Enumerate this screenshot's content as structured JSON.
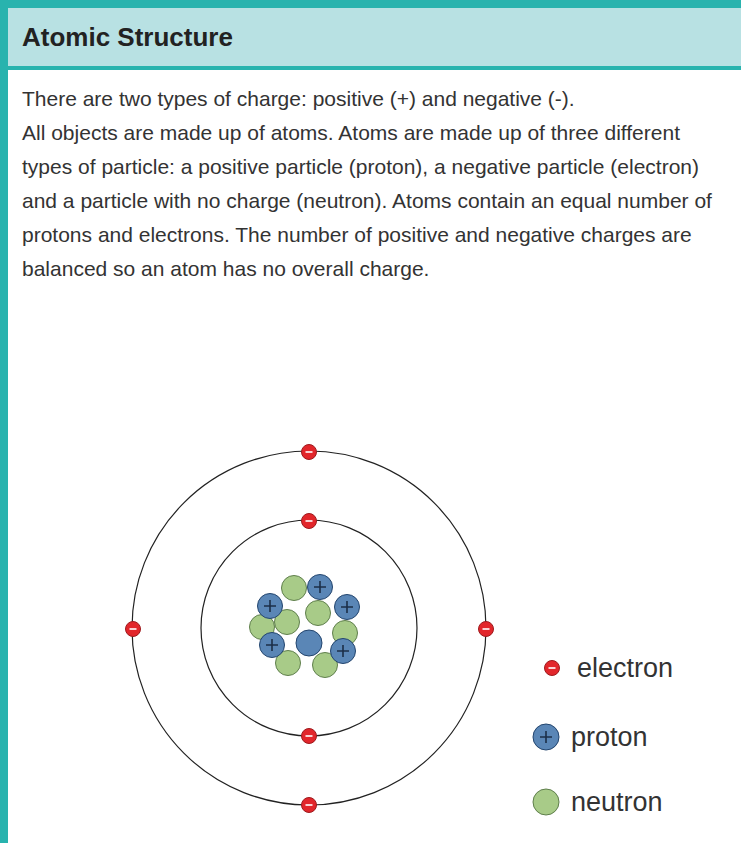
{
  "diagram": {
    "title": "Atomic Structure",
    "labels": [
      "There are two types of charge: positive (+) and negative (-).",
      "All objects are made up of atoms. Atoms are made up of three different types of particle: a positive particle (proton), a negative particle (electron) and a particle with no charge (neutron). Atoms contain an equal number of protons and electrons. The number of positive and negative charges are balanced so an atom has no overall charge."
    ],
    "legend": [
      {
        "text": "electron",
        "color": "#e2262b"
      },
      {
        "text": "proton",
        "color": "#5a86b6"
      },
      {
        "text": "neutron",
        "color": "#a8cb88"
      }
    ]
  }
}
